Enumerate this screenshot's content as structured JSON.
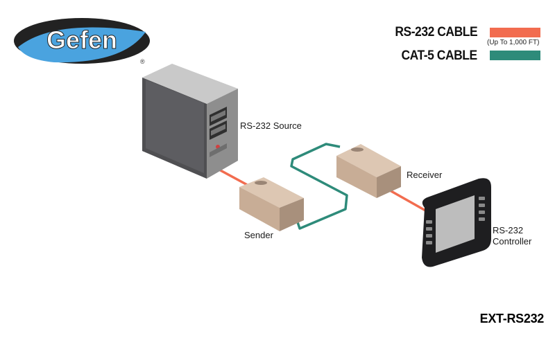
{
  "brand": {
    "logo_text": "Gefen",
    "registered_mark": "®"
  },
  "legend": [
    {
      "label": "RS-232 CABLE",
      "note": "(Up To 1,000 FT)",
      "color": "#f26c4f"
    },
    {
      "label": "CAT-5 CABLE",
      "note": "",
      "color": "#2e8b7a"
    }
  ],
  "labels": {
    "source": "RS-232 Source",
    "sender": "Sender",
    "receiver": "Receiver",
    "controller_line1": "RS-232",
    "controller_line2": "Controller"
  },
  "model": "EXT-RS232",
  "colors": {
    "rs232_cable": "#f26c4f",
    "cat5_cable": "#2e8b7a",
    "logo_blue": "#4aa3df",
    "logo_dark": "#222222",
    "box_tan": "#c8ad96"
  }
}
